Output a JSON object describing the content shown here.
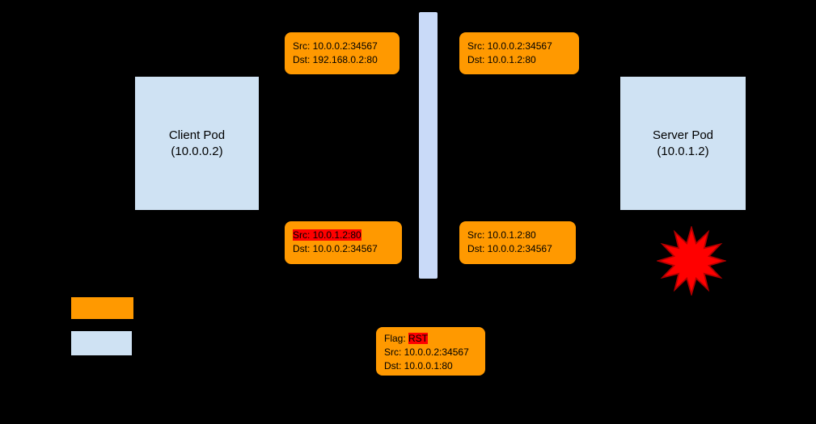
{
  "pods": {
    "client": {
      "name": "Client Pod",
      "ip": "(10.0.0.2)"
    },
    "server": {
      "name": "Server Pod",
      "ip": "(10.0.1.2)"
    }
  },
  "packets": {
    "client_egress": {
      "src": "Src: 10.0.0.2:34567",
      "dst": "Dst: 192.168.0.2:80"
    },
    "server_ingress": {
      "src": "Src: 10.0.0.2:34567",
      "dst": "Dst: 10.0.1.2:80"
    },
    "client_ingress": {
      "src": "Src: 10.0.1.2:80",
      "dst": "Dst: 10.0.0.2:34567",
      "src_highlighted": true
    },
    "server_egress": {
      "src": "Src: 10.0.1.2:80",
      "dst": "Dst: 10.0.0.2:34567"
    },
    "rst": {
      "flag_label": "Flag: ",
      "flag_value": "RST",
      "src": "Src: 10.0.0.2:34567",
      "dst": "Dst: 10.0.0.1:80"
    }
  },
  "colors": {
    "background": "#000000",
    "pod_fill": "#cfe2f3",
    "nat_bar_fill": "#c9daf8",
    "packet_fill": "#ff9900",
    "highlight": "#ff0000",
    "burst": "#ff0000",
    "text": "#000000"
  },
  "legend": {
    "swatches": [
      {
        "name": "packet-label-swatch",
        "color": "#ff9900"
      },
      {
        "name": "pod-swatch",
        "color": "#cfe2f3"
      }
    ]
  }
}
